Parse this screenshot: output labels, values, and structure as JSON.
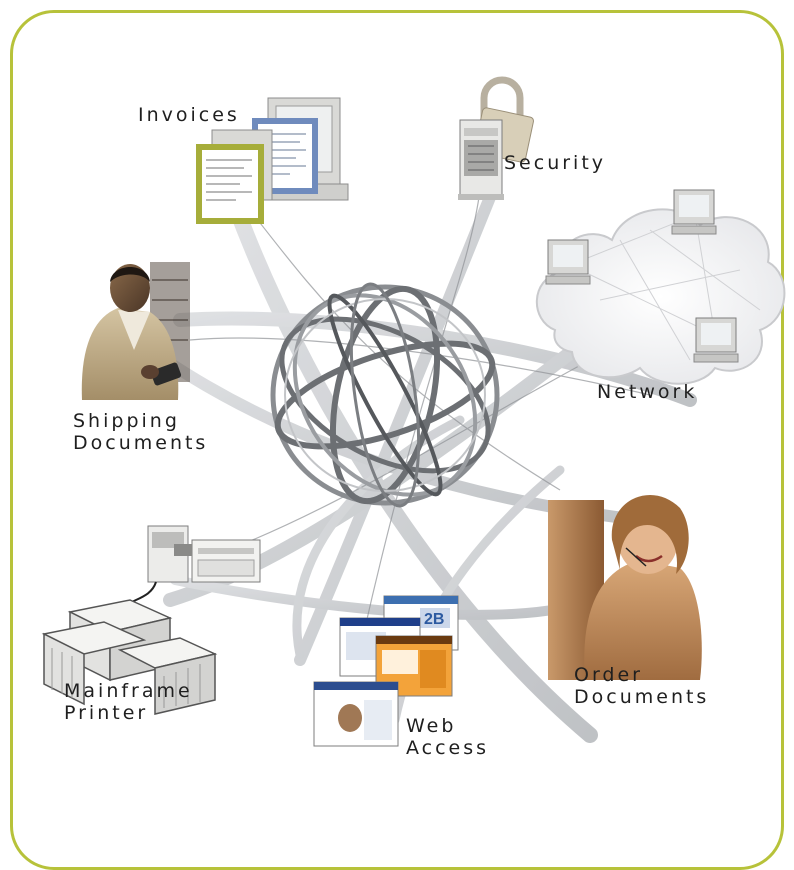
{
  "labels": {
    "invoices": "Invoices",
    "security": "Security",
    "network": "Network",
    "shipping_line1": "Shipping",
    "shipping_line2": "Documents",
    "mainframe_line1": "Mainframe",
    "mainframe_line2": "Printer",
    "web_line1": "Web",
    "web_line2": "Access",
    "order_line1": "Order",
    "order_line2": "Documents"
  },
  "web_thumbnails": {
    "tag_2b": "2B"
  },
  "colors": {
    "frame_border": "#b7c23a",
    "orbit_ribbon": "#c8cacd",
    "label_text": "#1f1f1f",
    "invoice_accent": "#a6ad3a",
    "invoice_blue": "#6f8bbd"
  }
}
